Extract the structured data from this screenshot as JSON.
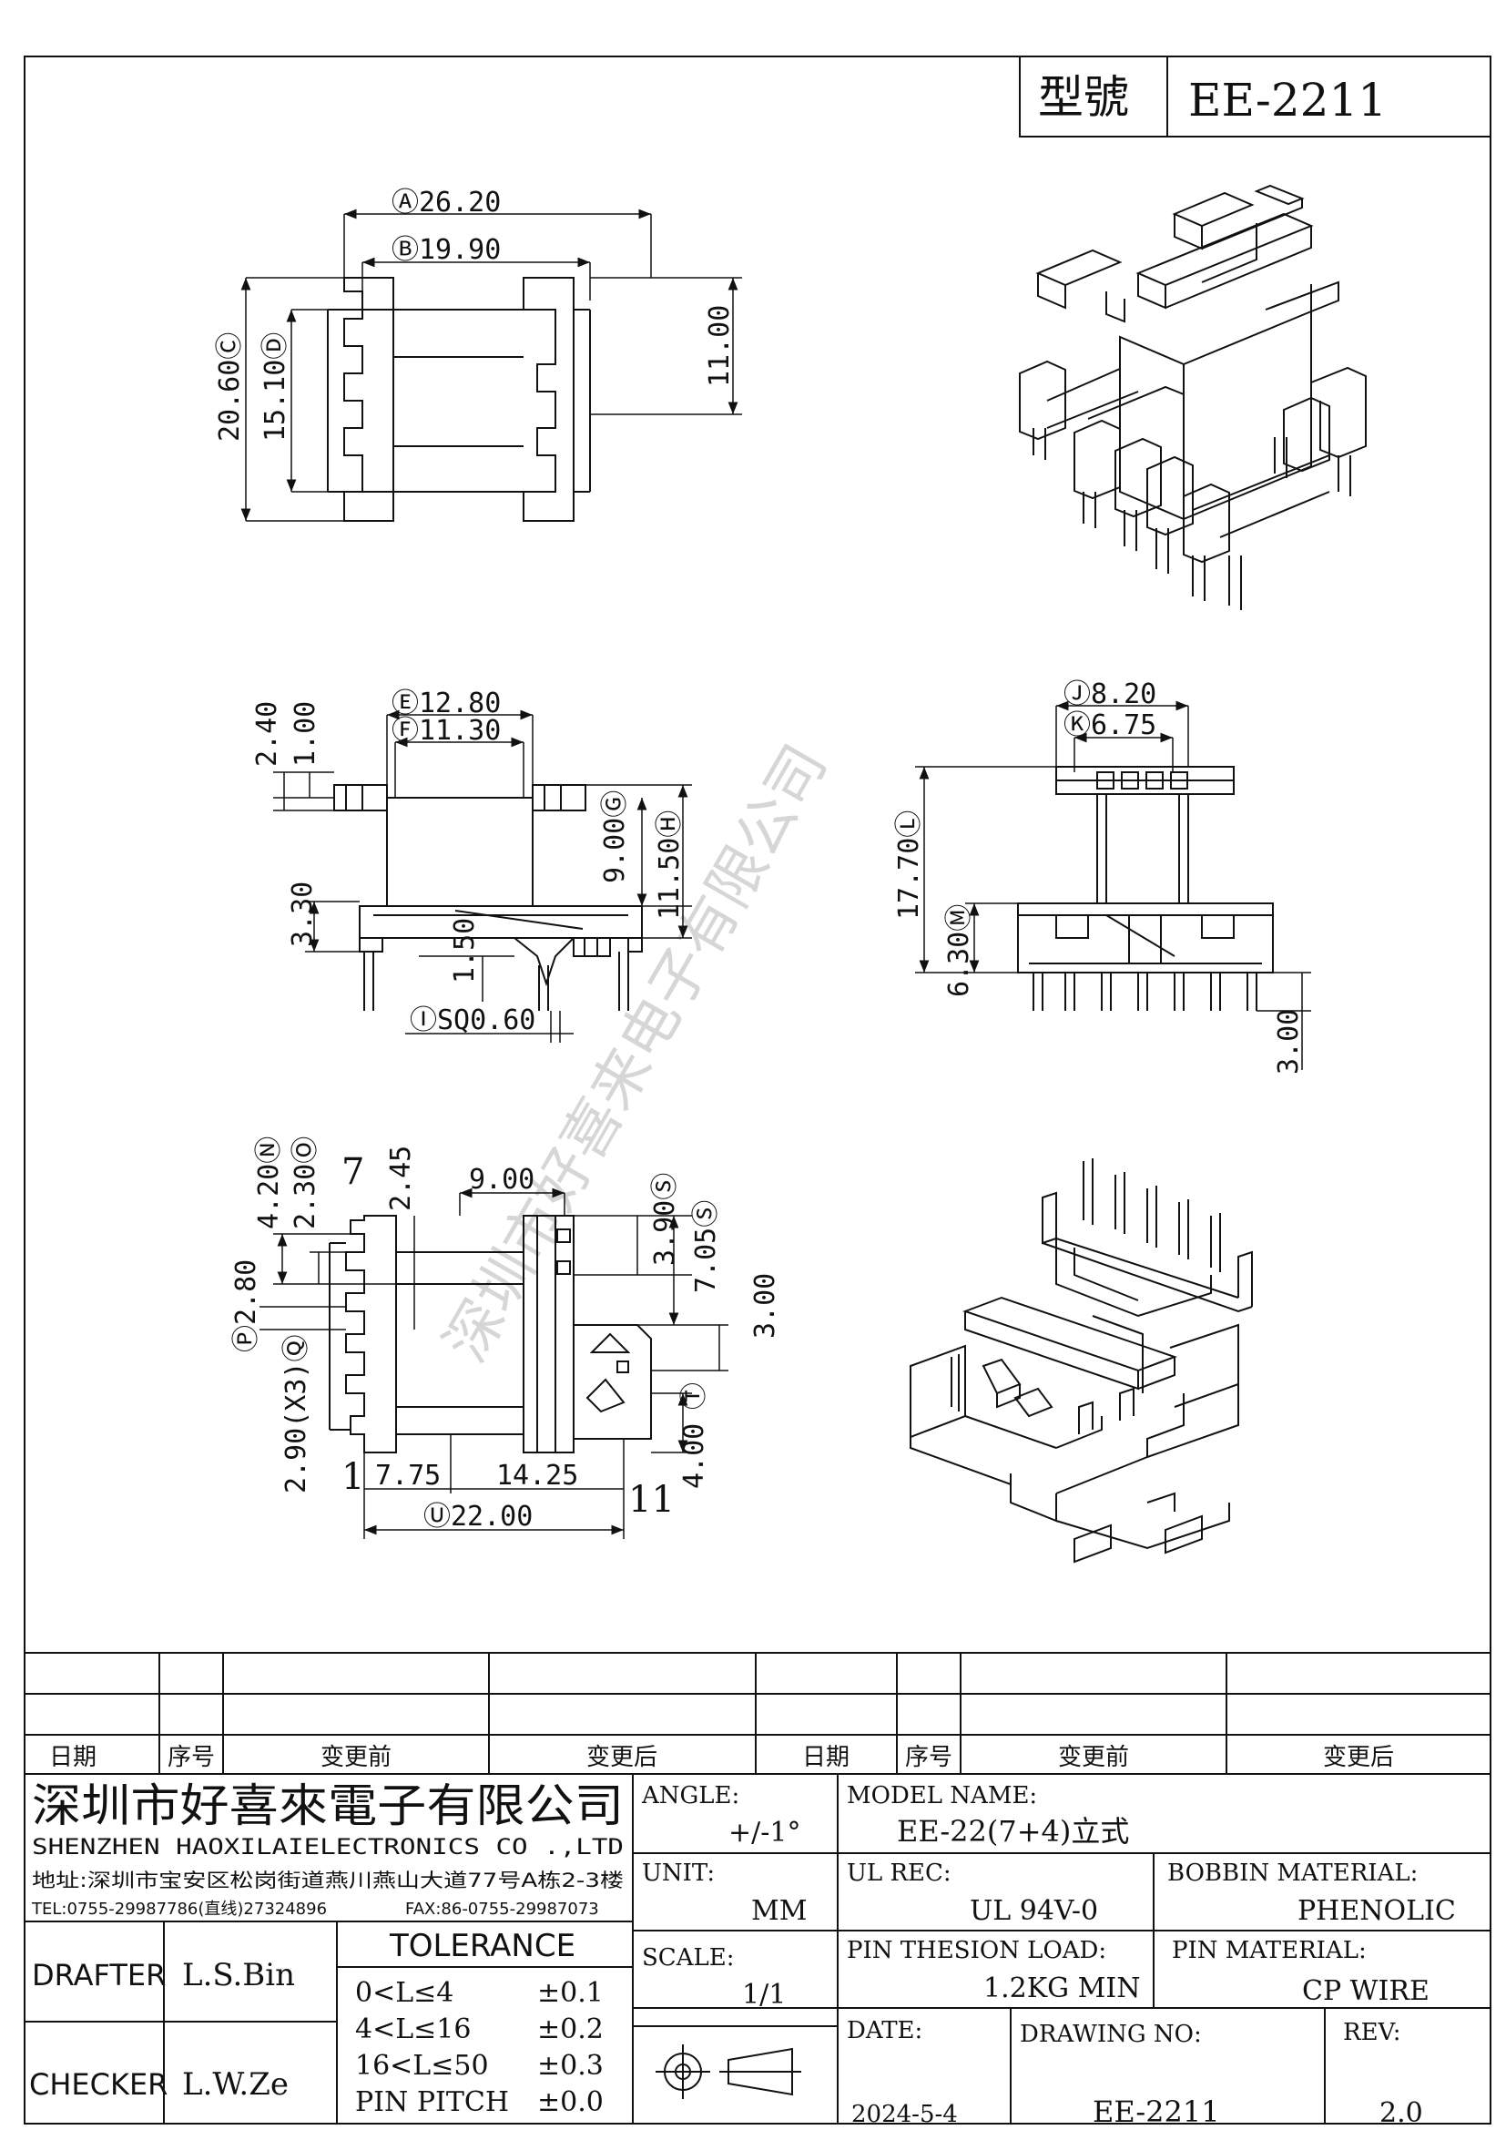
{
  "header": {
    "model_label": "型號",
    "model_value": "EE-2211"
  },
  "dims": {
    "A": "Ⓐ26.20",
    "B": "Ⓑ19.90",
    "C": "20.60Ⓒ",
    "D": "15.10Ⓓ",
    "h11": "11.00",
    "E": "Ⓔ12.80",
    "F": "Ⓕ11.30",
    "d240": "2.40",
    "d100": "1.00",
    "G": "9.00Ⓖ",
    "H": "11.50Ⓗ",
    "d330": "3.30",
    "d150": "1.50",
    "I": "ⒾSQ0.60",
    "J": "Ⓙ8.20",
    "K": "Ⓚ6.75",
    "L": "17.70Ⓛ",
    "M": "6.30Ⓜ",
    "d300a": "3.00",
    "N": "4.20Ⓝ",
    "O": "2.30Ⓞ",
    "d245": "2.45",
    "pin7": "7",
    "d900": "9.00",
    "d390": "3.90Ⓢ",
    "d705": "7.05Ⓢ",
    "d300b": "3.00",
    "P": "Ⓟ2.80",
    "Q": "2.90(X3)Ⓠ",
    "T": "Ⓣ",
    "d400": "4.00",
    "pin1": "1",
    "d775": "7.75",
    "d1425": "14.25",
    "pin11": "11",
    "U": "Ⓤ22.00"
  },
  "watermark": "深圳市好喜来电子有限公司",
  "revision_table": {
    "headers": [
      "日期",
      "序号",
      "变更前",
      "变更后",
      "日期",
      "序号",
      "变更前",
      "变更后"
    ]
  },
  "company": {
    "name_cn": "深圳市好喜來電子有限公司",
    "name_en": "SHENZHEN HAOXILAIELECTRONICS CO .,LTD",
    "address": "地址:深圳市宝安区松岗街道燕川燕山大道77号A栋2-3楼",
    "tel": "TEL:0755-29987786(直线)27324896",
    "fax": "FAX:86-0755-29987073"
  },
  "fields": {
    "angle_label": "ANGLE:",
    "angle_value": "+/-1°",
    "unit_label": "UNIT:",
    "unit_value": "MM",
    "scale_label": "SCALE:",
    "scale_value": "1/1",
    "model_name_label": "MODEL NAME:",
    "model_name_value": "EE-22(7+4)立式",
    "ul_label": "UL REC:",
    "ul_value": "UL 94V-0",
    "bobbin_label": "BOBBIN MATERIAL:",
    "bobbin_value": "PHENOLIC",
    "pin_load_label": "PIN THESION LOAD:",
    "pin_load_value": "1.2KG MIN",
    "pin_mat_label": "PIN MATERIAL:",
    "pin_mat_value": "CP   WIRE",
    "date_label": "DATE:",
    "date_value": "2024-5-4",
    "drawing_label": "DRAWING NO:",
    "drawing_value": "EE-2211",
    "rev_label": "REV:",
    "rev_value": "2.0"
  },
  "people": {
    "drafter_label": "DRAFTER",
    "drafter_value": "L.S.Bin",
    "checker_label": "CHECKER",
    "checker_value": "L.W.Ze"
  },
  "tolerance": {
    "title": "TOLERANCE",
    "rows": [
      {
        "range": "0<L≤4",
        "tol": "±0.1"
      },
      {
        "range": "4<L≤16",
        "tol": "±0.2"
      },
      {
        "range": "16<L≤50",
        "tol": "±0.3"
      }
    ],
    "pin_pitch_label": "PIN PITCH",
    "pin_pitch_tol": "±0.0"
  }
}
